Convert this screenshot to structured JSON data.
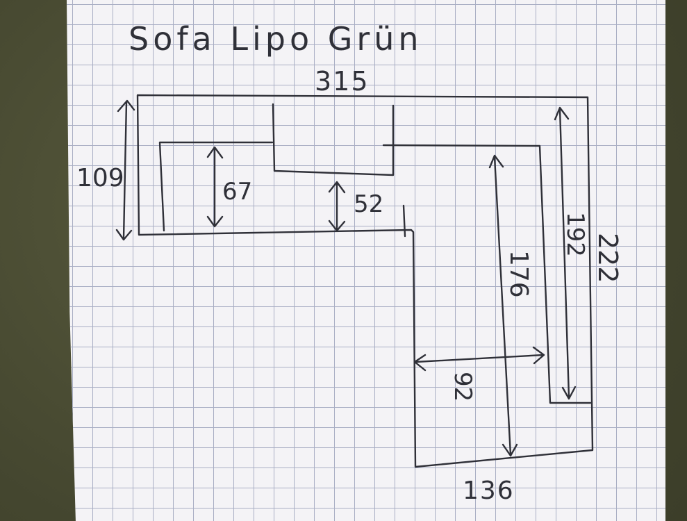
{
  "title": "Sofa Lipo Grün",
  "dimensions": {
    "top_width": "315",
    "left_height": "109",
    "inner_left_depth": "67",
    "inner_gap": "52",
    "right_outer_height": "222",
    "right_inner_height": "192",
    "right_middle_height": "176",
    "chaise_width": "92",
    "bottom_width": "136"
  },
  "colors": {
    "ink": "#2f3038",
    "paper": "#f4f3f6",
    "grid": "#a9aec4",
    "background": "#4a4d33"
  }
}
